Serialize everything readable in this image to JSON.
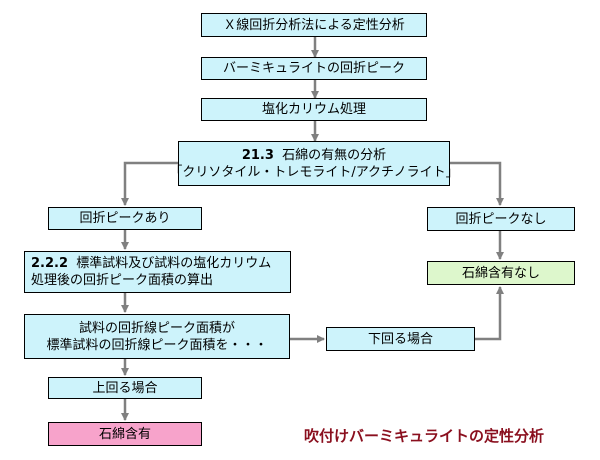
{
  "boxes": {
    "title": "Ｘ線回折分析法による定性分析",
    "peak": "バーミキュライトの回折ピーク",
    "kcl": "塩化カリウム処理",
    "analysis": {
      "number": "21.3",
      "heading": "石綿の有無の分析",
      "subtitle": "「クリソタイル・トレモライト/アクチノライト」"
    },
    "peak_yes": "回折ピークあり",
    "peak_no": "回折ピークなし",
    "area_calc": {
      "number": "2.2.2",
      "line1": "標準試料及び試料の塩化カリウム",
      "line2": "処理後の回折ピーク面積の算出"
    },
    "no_asbestos": "石綿含有なし",
    "compare": {
      "line1": "試料の回折線ピーク面積が",
      "line2": "標準試料の回折線ピーク面積を・・・"
    },
    "below": "下回る場合",
    "above": "上回る場合",
    "contains": "石綿含有"
  },
  "caption": "吹付けバーミキュライトの定性分析",
  "colors": {
    "box_fill": "#cdf3fb",
    "negative_fill": "#ddf7cc",
    "positive_fill": "#f7a3cb",
    "arrow": "#808080",
    "caption": "#8a0f1e"
  }
}
